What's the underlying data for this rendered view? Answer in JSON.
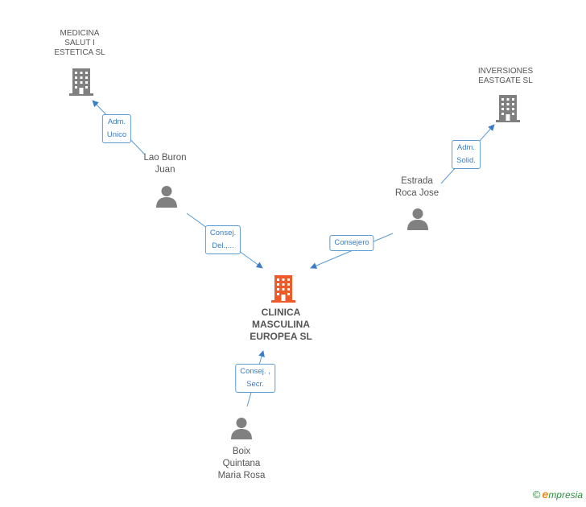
{
  "colors": {
    "company": "#808080",
    "main_company": "#f05a28",
    "person": "#808080",
    "edge": "#5b9bd5",
    "label_text": "#555555",
    "rel_text": "#3a7cc7"
  },
  "nodes": {
    "medicina": {
      "lines": [
        "MEDICINA",
        "SALUT I",
        "ESTETICA  SL"
      ],
      "icon": "building-icon"
    },
    "inversiones": {
      "lines": [
        "INVERSIONES",
        "EASTGATE SL"
      ],
      "icon": "building-icon"
    },
    "lao": {
      "lines": [
        "Lao Buron",
        "Juan"
      ],
      "icon": "person-icon"
    },
    "estrada": {
      "lines": [
        "Estrada",
        "Roca Jose"
      ],
      "icon": "person-icon"
    },
    "clinica": {
      "lines": [
        "CLINICA",
        "MASCULINA",
        "EUROPEA SL"
      ],
      "icon": "building-icon"
    },
    "boix": {
      "lines": [
        "Boix",
        "Quintana",
        "Maria Rosa"
      ],
      "icon": "person-icon"
    }
  },
  "relations": {
    "lao_medicina": [
      "Adm.",
      "Unico"
    ],
    "estrada_inversiones": [
      "Adm.",
      "Solid."
    ],
    "lao_clinica": [
      "Consej.",
      "Del.,..."
    ],
    "estrada_clinica": [
      "Consejero"
    ],
    "boix_clinica": [
      "Consej. ,",
      "Secr."
    ]
  },
  "brand": {
    "copyright": "©",
    "initial": "e",
    "name": "mpresia"
  }
}
